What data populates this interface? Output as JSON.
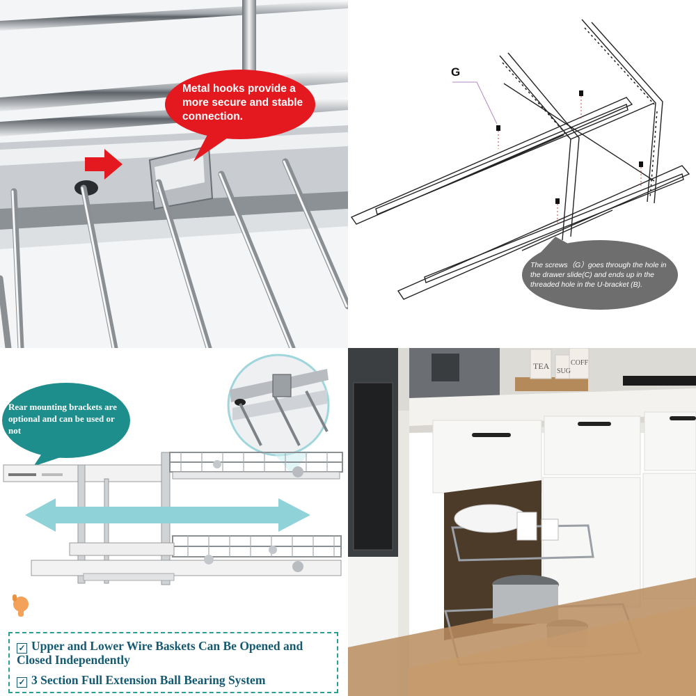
{
  "panels": {
    "hooks_closeup": {
      "callout": "Metal hooks provide a more secure and stable connection."
    },
    "assembly_diagram": {
      "label_g": "G",
      "callout": "The screws（G）goes through the hole in the drawer slide(C) and ends up in the threaded hole in the U-bracket (B)."
    },
    "product_diagram": {
      "callout": "Rear mounting brackets are optional and can be used or not",
      "features": [
        "Upper and Lower Wire Baskets Can Be Opened and Closed Independently",
        "3 Section Full Extension Ball Bearing System"
      ],
      "checkbox_glyph": "✓",
      "accent_color": "#2a9d94",
      "text_color": "#155a73"
    },
    "kitchen_photo": {
      "canister_labels": [
        "TEA",
        "SUG",
        "COFF"
      ]
    }
  },
  "colors": {
    "red_callout": "#e3191f",
    "grey_callout": "#6e6e6e",
    "teal_callout": "#1e8e8c",
    "arrow_red": "#e3191f",
    "arrow_teal": "#8fd3d9"
  }
}
